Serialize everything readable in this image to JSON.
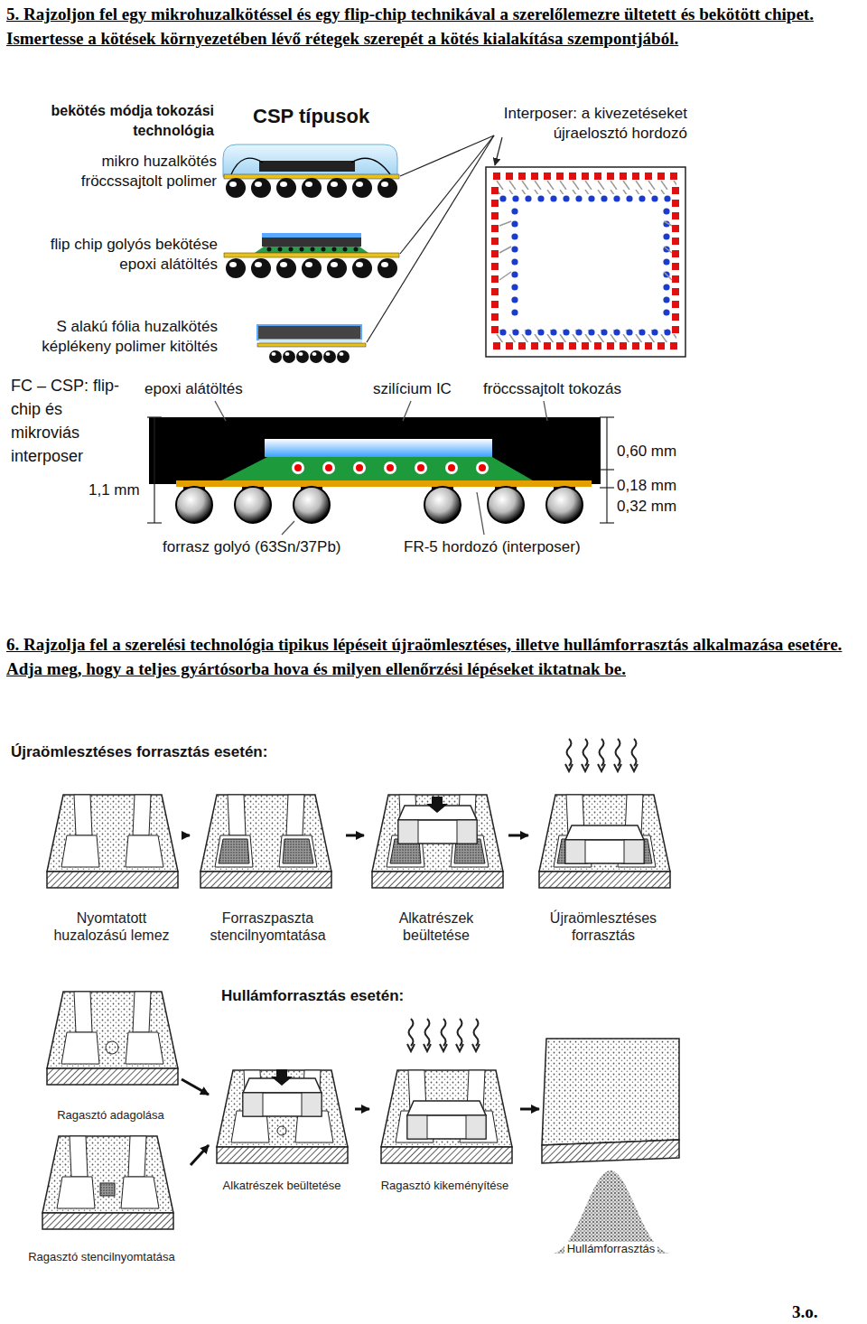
{
  "diagram": {
    "nodes": [
      {
        "text": [
          "Nyomtatott huzalozású lemez"
        ]
      },
      {
        "text": [
          "Forraszpaszta stencilnyomtatása"
        ]
      },
      {
        "text": [
          "Alkatrészek beültetése"
        ]
      },
      {
        "text": [
          "Újraömlesztéses forrasztás"
        ]
      },
      {
        "text": [
          "Ragasztó adagolása"
        ]
      },
      {
        "text": [
          "Ragasztó stencilnyomtatása"
        ]
      },
      {
        "text": [
          "Alkatrészek beültetése"
        ]
      },
      {
        "text": [
          "Ragasztó kikeményítése"
        ]
      },
      {
        "text": [
          "Hullámforrasztás"
        ]
      }
    ],
    "edges": [
      {
        "from": 0,
        "to": 1,
        "arrow": "to"
      },
      {
        "from": 1,
        "to": 2,
        "arrow": "to"
      },
      {
        "from": 2,
        "to": 3,
        "arrow": "to"
      },
      {
        "from": 4,
        "to": 6,
        "arrow": "to"
      },
      {
        "from": 5,
        "to": 6,
        "arrow": "to"
      },
      {
        "from": 6,
        "to": 7,
        "arrow": "to"
      },
      {
        "from": 7,
        "to": 8,
        "arrow": "to"
      }
    ],
    "labels": [
      "5. Rajzoljon fel egy mikrohuzalkötéssel és egy flip-chip technikával a szerelőlemezre ültetett és bekötött chipet. Ismertesse a kötések környezetében lévő rétegek szerepét a kötés kialakítása szempontjából.",
      "bekötés módja tokozási technológia",
      "CSP típusok",
      "Interposer: a kivezetéseket újraelosztó hordozó",
      "mikro huzalkötés fröccssajtolt polimer",
      "flip chip golyós bekötése epoxi alátöltés",
      "S alakú fólia huzalkötés képlékeny polimer kitöltés",
      "FC – CSP: flip-chip és mikroviás interposer",
      "epoxi alátöltés",
      "szilícium IC",
      "fröccssajtolt tokozás",
      "0,60 mm",
      "0,18 mm",
      "0,32 mm",
      "1,1 mm",
      "forrasz golyó (63Sn/37Pb)",
      "FR-5 hordozó (interposer)",
      "6. Rajzolja fel a szerelési technológia tipikus lépéseit újraömlesztéses, illetve hullámforrasztás alkalmazása esetére. Adja meg, hogy a teljes gyártósorba hova és milyen ellenőrzési lépéseket iktatnak be.",
      "Újraömlesztéses forrasztás esetén:",
      "Hullámforrasztás esetén:",
      "3.o."
    ]
  }
}
